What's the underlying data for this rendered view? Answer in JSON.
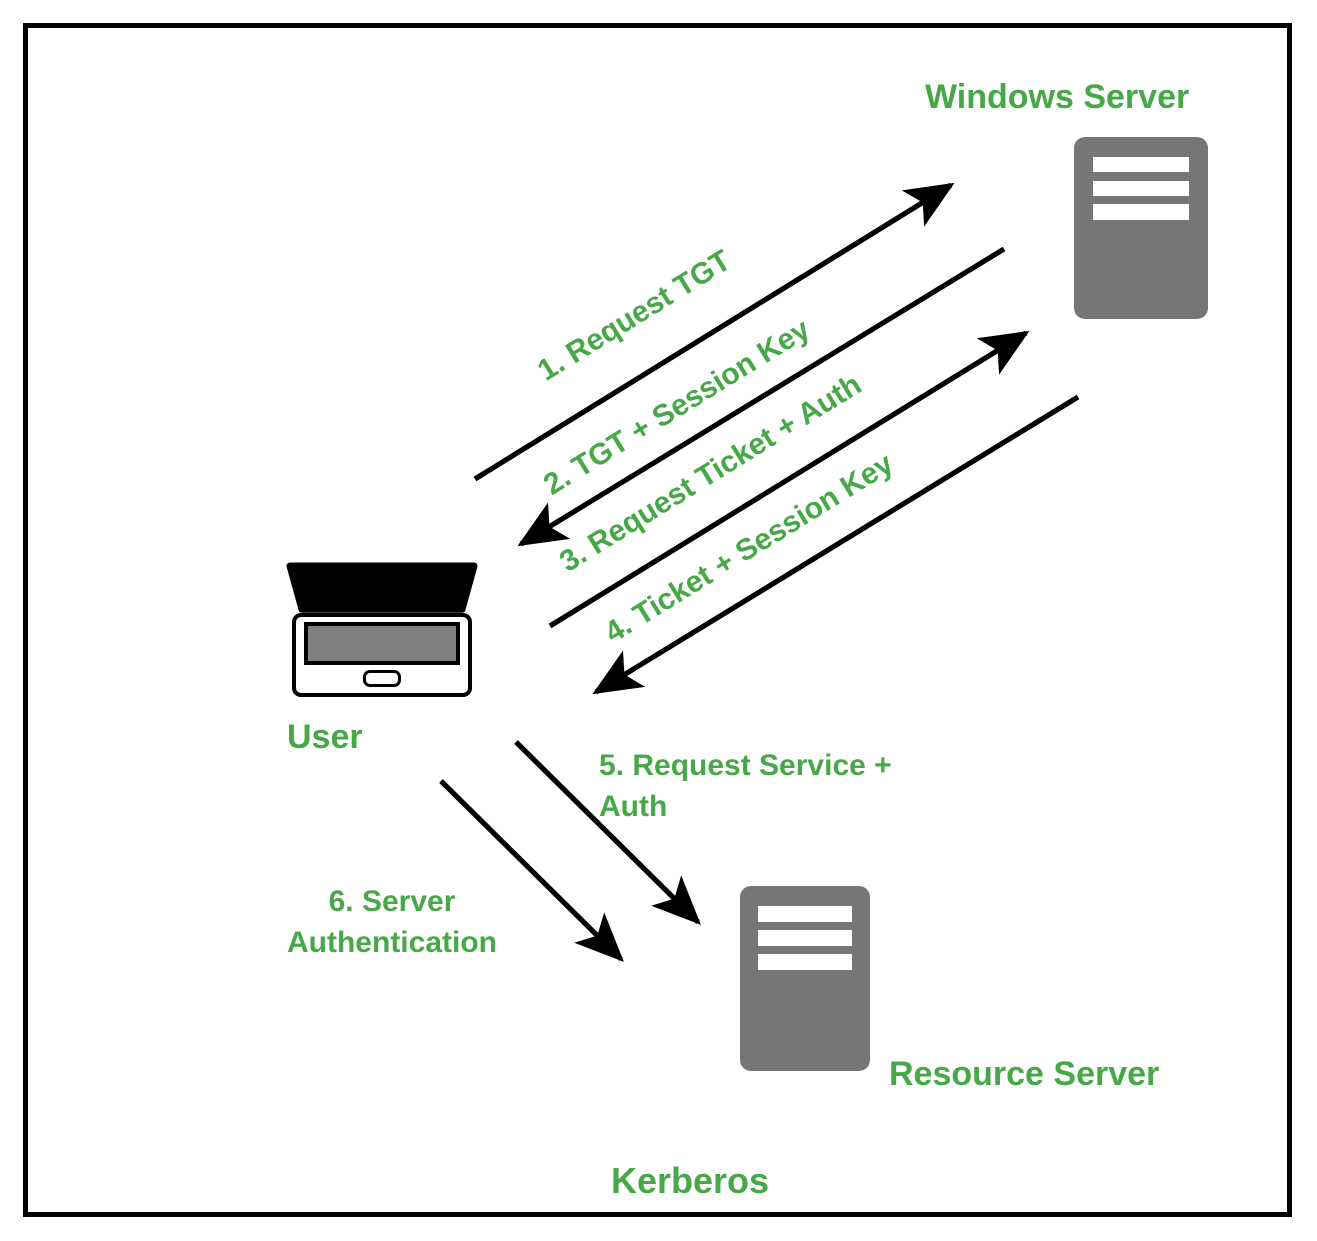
{
  "diagram": {
    "title": "Kerberos",
    "border_color": "#000000",
    "accent_color": "#46A846",
    "node_color": "#767676",
    "arrow_color": "#000000",
    "background": "#ffffff"
  },
  "nodes": [
    {
      "id": "windows-server",
      "label": "Windows Server",
      "icon": "server-icon"
    },
    {
      "id": "user",
      "label": "User",
      "icon": "laptop-icon"
    },
    {
      "id": "resource-server",
      "label": "Resource Server",
      "icon": "server-icon"
    }
  ],
  "flows": [
    {
      "step": "1",
      "label": "1. Request TGT",
      "from": "user",
      "to": "windows-server",
      "rotated": true
    },
    {
      "step": "2",
      "label": "2. TGT + Session Key",
      "from": "windows-server",
      "to": "user",
      "rotated": true
    },
    {
      "step": "3",
      "label": "3. Request Ticket + Auth",
      "from": "user",
      "to": "windows-server",
      "rotated": true
    },
    {
      "step": "4",
      "label": "4. Ticket + Session Key",
      "from": "windows-server",
      "to": "user",
      "rotated": true
    },
    {
      "step": "5",
      "label": "5. Request Service + Auth",
      "from": "user",
      "to": "resource-server",
      "rotated": false
    },
    {
      "step": "6",
      "label": "6. Server Authentication",
      "from": "resource-server",
      "to": "user",
      "rotated": false
    }
  ]
}
